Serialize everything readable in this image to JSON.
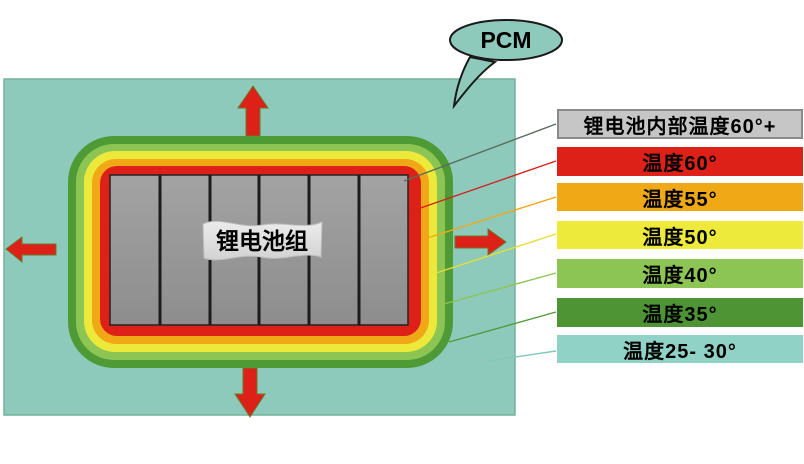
{
  "pcm_bubble": {
    "label": "PCM"
  },
  "diagram": {
    "background_color": "#8ecabc",
    "background_border_color": "#74b29c",
    "arrow_color": "#dd2018",
    "battery_label": "锂电池组",
    "battery_cell_count": 6,
    "battery_cell_color": "#989898",
    "rings": [
      {
        "name": "ring-temp-35",
        "color": "#4e9a34"
      },
      {
        "name": "ring-temp-40",
        "color": "#8cc553"
      },
      {
        "name": "ring-temp-50",
        "color": "#ece93a"
      },
      {
        "name": "ring-temp-55",
        "color": "#f0a816"
      },
      {
        "name": "ring-temp-60",
        "color": "#dd2018"
      }
    ]
  },
  "legend": {
    "items": [
      {
        "label": "锂电池内部温度60°+",
        "color": "#c6c6c6",
        "line_color": "#5a6b5f"
      },
      {
        "label": "温度60°",
        "color": "#dd2018",
        "line_color": "#d42019"
      },
      {
        "label": "温度55°",
        "color": "#f0a816",
        "line_color": "#f0a816"
      },
      {
        "label": "温度50°",
        "color": "#edea3c",
        "line_color": "#e3df35"
      },
      {
        "label": "温度40°",
        "color": "#8cc553",
        "line_color": "#8cc553"
      },
      {
        "label": "温度35°",
        "color": "#4e9434",
        "line_color": "#4e9a34"
      },
      {
        "label": "温度25- 30°",
        "color": "#90d2c6",
        "line_color": "#7fc9bb"
      }
    ]
  }
}
